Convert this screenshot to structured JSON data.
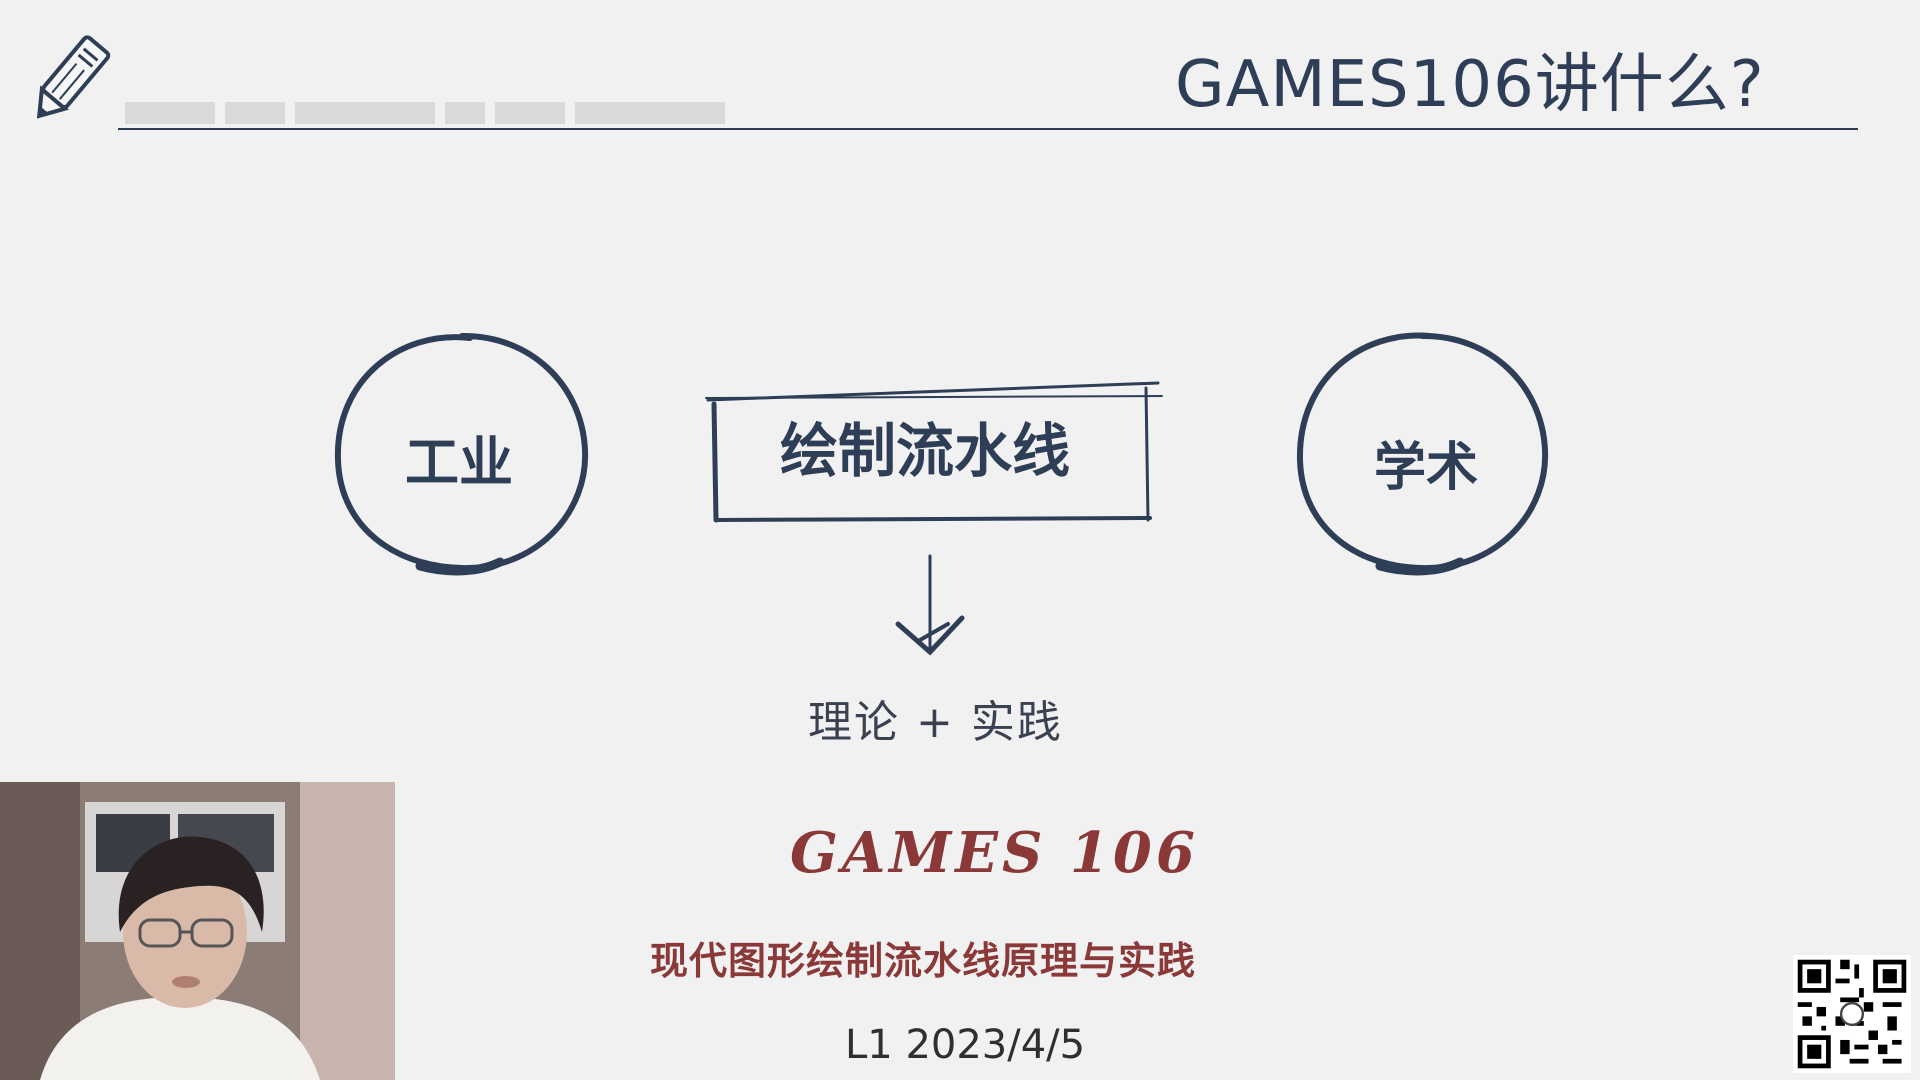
{
  "slide": {
    "title": "GAMES106讲什么?",
    "left_circle_label": "工业",
    "center_box_label": "绘制流水线",
    "right_circle_label": "学术",
    "theory_practice": "理论 + 实践"
  },
  "course": {
    "name": "GAMES 106",
    "subtitle": "现代图形绘制流水线原理与实践",
    "lecture": "L1 2023/4/5"
  },
  "colors": {
    "ink": "#2e3e56",
    "brand_red": "#8a3838",
    "background": "#f1f1f1"
  },
  "icons": [
    "pencil-icon",
    "arrow-down-icon",
    "qr-code"
  ]
}
